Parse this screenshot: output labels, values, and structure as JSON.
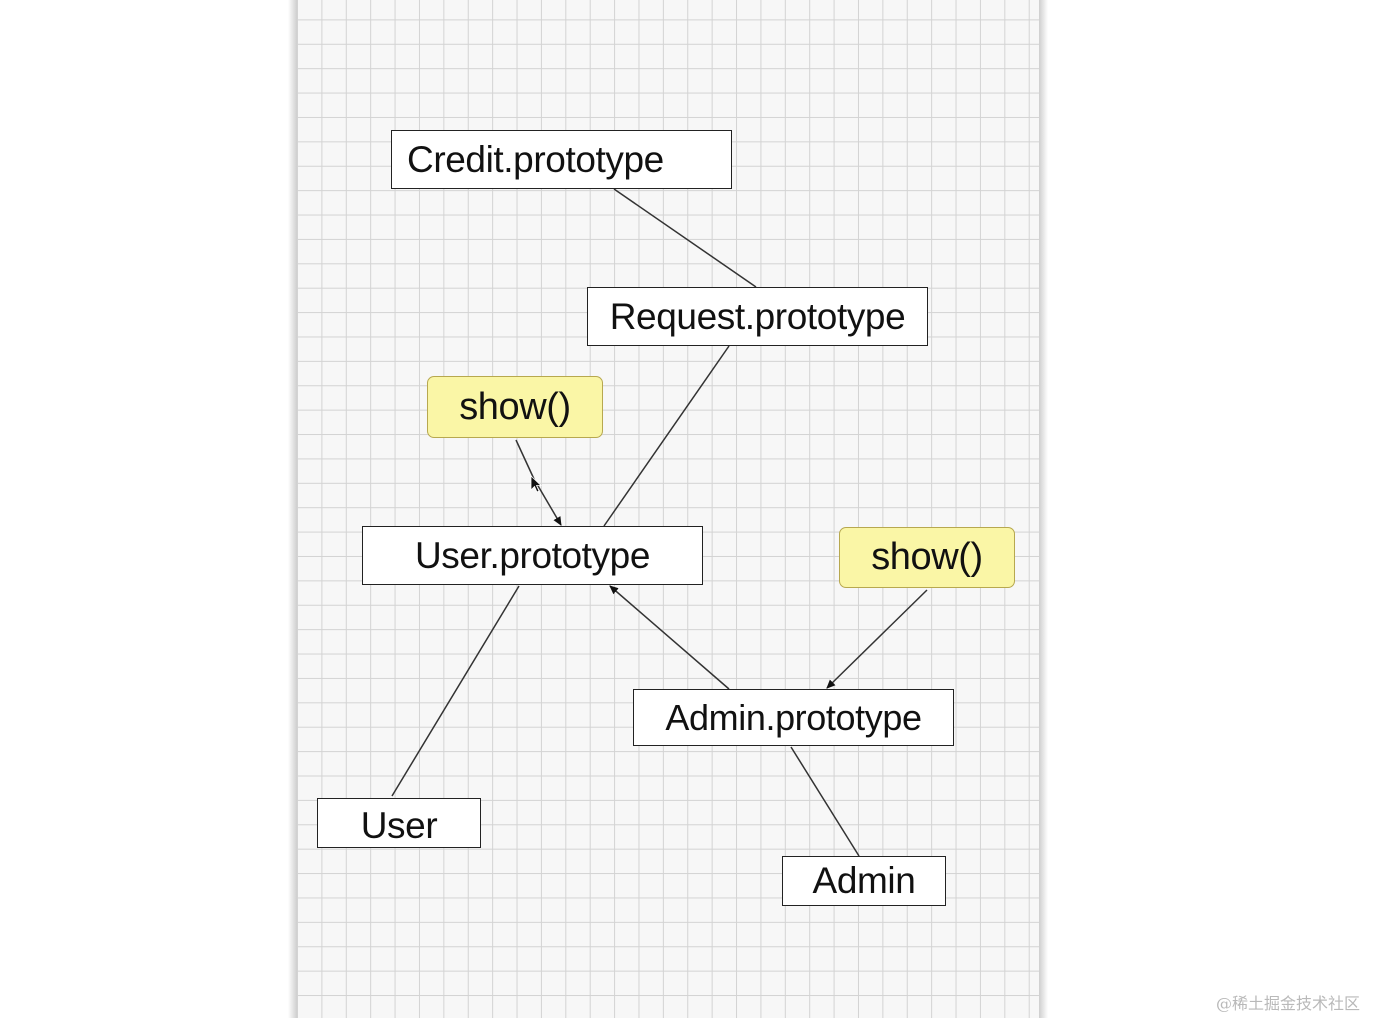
{
  "diagram": {
    "nodes": {
      "credit_prototype": "Credit.prototype",
      "request_prototype": "Request.prototype",
      "show_method_user": "show()",
      "user_prototype": "User.prototype",
      "show_method_admin": "show()",
      "admin_prototype": "Admin.prototype",
      "user": "User",
      "admin": "Admin"
    },
    "edges": [
      {
        "from": "request_prototype",
        "to": "credit_prototype",
        "style": "line"
      },
      {
        "from": "user_prototype",
        "to": "request_prototype",
        "style": "line"
      },
      {
        "from": "show_method_user",
        "to": "user_prototype",
        "style": "double-arrow"
      },
      {
        "from": "admin_prototype",
        "to": "user_prototype",
        "style": "arrow"
      },
      {
        "from": "show_method_admin",
        "to": "admin_prototype",
        "style": "arrow"
      },
      {
        "from": "user",
        "to": "user_prototype",
        "style": "line"
      },
      {
        "from": "admin",
        "to": "admin_prototype",
        "style": "line"
      }
    ],
    "colors": {
      "grid_background": "#f7f7f7",
      "grid_line": "#d3d3d3",
      "method_fill": "#faf6a6",
      "method_border": "#b7a84f",
      "node_border": "#222222"
    },
    "icons": [
      "mouse-cursor-icon"
    ]
  },
  "watermark": "@稀土掘金技术社区"
}
